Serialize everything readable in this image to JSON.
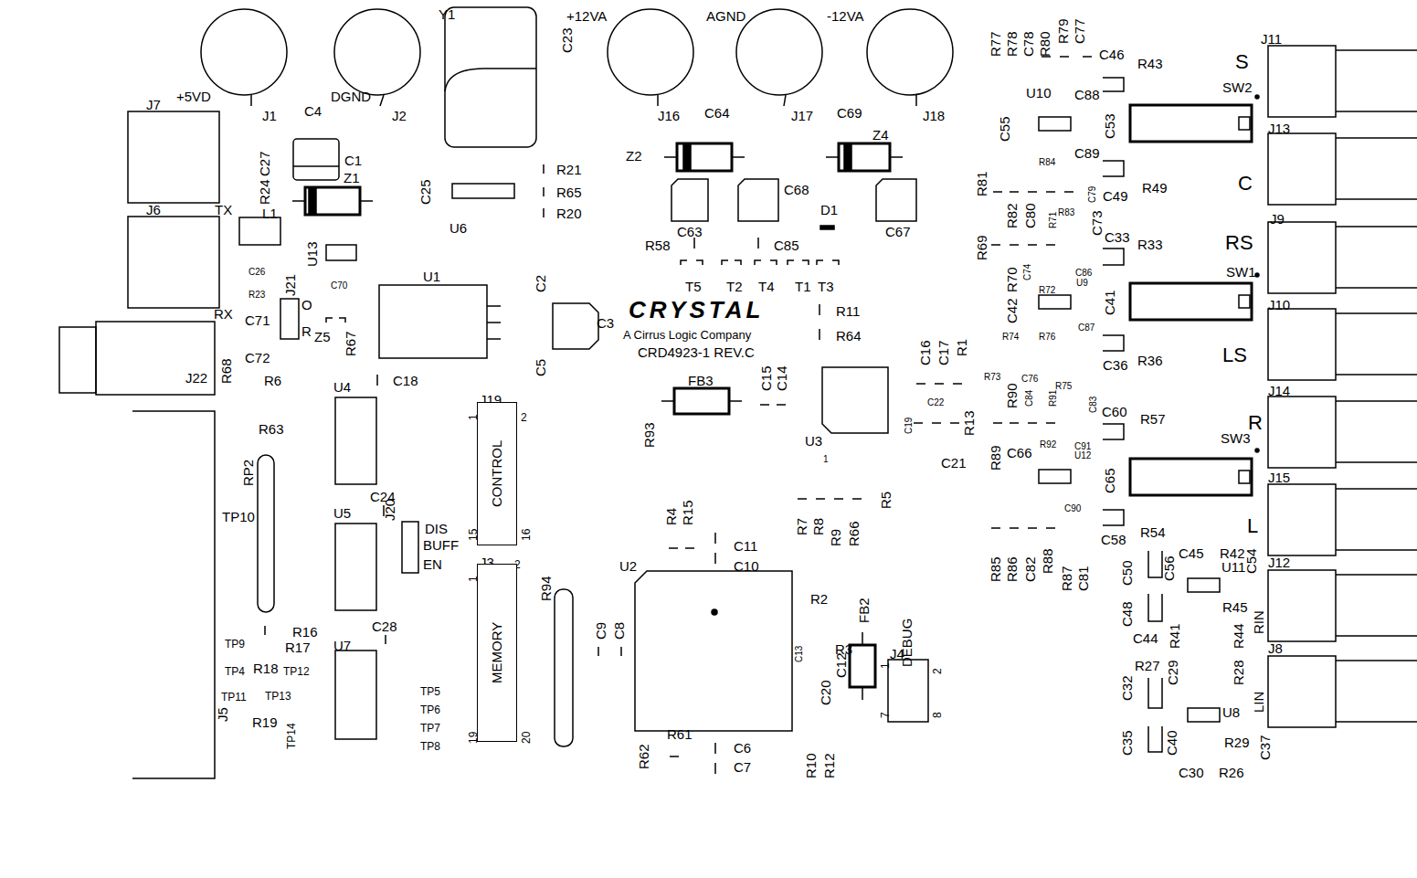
{
  "diagram": {
    "nodes": [
      {
        "text": [
          "CONTROL"
        ]
      },
      {
        "text": [
          "MEMORY"
        ]
      }
    ],
    "labels": [
      "Y1",
      "C23",
      "+12VA",
      "AGND",
      "-12VA",
      "R77",
      "R78",
      "C78",
      "R80",
      "R79",
      "C77",
      "C46",
      "R43",
      "S",
      "J11",
      "SW2",
      "U10",
      "C88",
      "+5VD",
      "J7",
      "DGND",
      "C4",
      "J1",
      "J2",
      "J16",
      "C64",
      "J17",
      "C69",
      "J18",
      "C55",
      "C53",
      "J13",
      "Z4",
      "C27",
      "C1",
      "Z1",
      "Z2",
      "R21",
      "R65",
      "R20",
      "C25",
      "C89",
      "R84",
      "C79",
      "C49",
      "R49",
      "C",
      "R81",
      "R24",
      "J6",
      "TX",
      "C68",
      "D1",
      "U6",
      "C63",
      "C67",
      "L1",
      "U13",
      "R82",
      "C80",
      "R71",
      "R83",
      "C73",
      "C33",
      "R33",
      "RS",
      "J9",
      "R69",
      "R58",
      "C85",
      "C26",
      "C70",
      "U1",
      "C2",
      "T5",
      "T2",
      "T4",
      "T1",
      "T3",
      "R70",
      "C74",
      "R72",
      "C86",
      "U9",
      "SW1",
      "J10",
      "R23",
      "J21",
      "O",
      "R",
      "C71",
      "RX",
      "C42",
      "C41",
      "C3",
      "R11",
      "Z5",
      "R67",
      "A Cirrus Logic Company",
      "R64",
      "C72",
      "R68",
      "C5",
      "CRD4923-1 REV.C",
      "C16",
      "C17",
      "R1",
      "R74",
      "R76",
      "C87",
      "C36",
      "R36",
      "LS",
      "J14",
      "J22",
      "R6",
      "U4",
      "C18",
      "FB3",
      "C15",
      "C14",
      "R73",
      "C76",
      "R75",
      "R90",
      "C84",
      "R91",
      "C83",
      "C22",
      "C19",
      "R13",
      "C60",
      "R57",
      "R",
      "SW3",
      "R63",
      "J19",
      "R93",
      "U3",
      "1",
      "C21",
      "R89",
      "C66",
      "R92",
      "C91",
      "U12",
      "C65",
      "J15",
      "RP2",
      "TP10",
      "C24",
      "U5",
      "J20",
      "DIS",
      "BUFF",
      "EN",
      "R5",
      "R4",
      "R15",
      "R7",
      "R8",
      "R9",
      "R66",
      "C90",
      "R54",
      "L",
      "C58",
      "C45",
      "R42",
      "R85",
      "R86",
      "C82",
      "R88",
      "R87",
      "C81",
      "C50",
      "C56",
      "U11",
      "C54",
      "J12",
      "C11",
      "C10",
      "U2",
      "J3",
      "R94",
      "R2",
      "FB2",
      "C9",
      "C8",
      "R3",
      "C13",
      "C12",
      "R16",
      "C28",
      "R17",
      "TP9",
      "U7",
      "TP4",
      "R18",
      "TP12",
      "TP11",
      "TP13",
      "R19",
      "TP14",
      "J5",
      "C48",
      "R45",
      "RIN",
      "C44",
      "R41",
      "R44",
      "J8",
      "LIN",
      "R27",
      "C29",
      "R28",
      "C20",
      "C32",
      "U8",
      "TP5",
      "TP6",
      "TP7",
      "TP8",
      "C35",
      "C40",
      "R29",
      "C37",
      "R61",
      "R62",
      "C6",
      "C7",
      "R10",
      "R12",
      "C30",
      "R26",
      "CRYSTAL",
      "1",
      "2",
      "15",
      "16",
      "1",
      "2",
      "19",
      "20",
      "J4",
      "DEBUG",
      "1",
      "2",
      "7",
      "8"
    ]
  }
}
